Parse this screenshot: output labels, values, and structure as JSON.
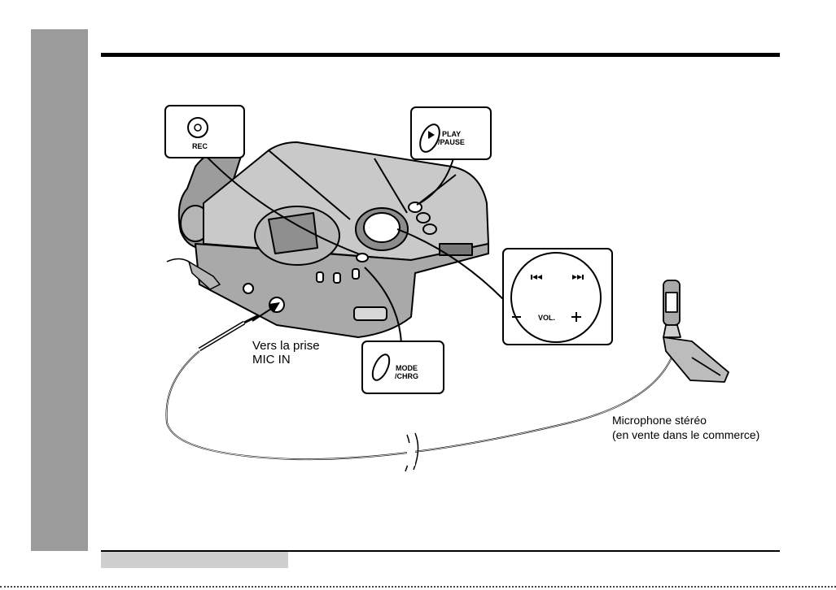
{
  "callouts": {
    "rec": "REC",
    "play": "PLAY",
    "pause": "/PAUSE",
    "mode": "MODE",
    "chrg": "/CHRG",
    "vol": "VOL."
  },
  "labels": {
    "mic_line1": "Vers la prise",
    "mic_line2": "MIC IN",
    "microphone_line1": "Microphone stéréo",
    "microphone_line2": "(en vente dans le commerce)"
  },
  "colors": {
    "side_tab": "#9b9b9b",
    "device_body": "#cfcfcf",
    "device_dark": "#8a8a8a"
  }
}
